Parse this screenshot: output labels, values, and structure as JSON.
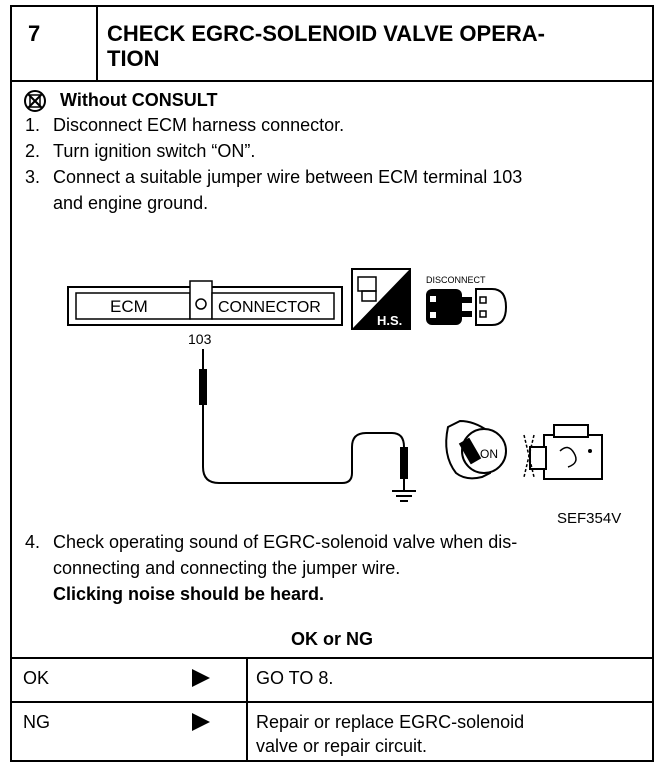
{
  "step": {
    "number": "7",
    "title_line1": "CHECK EGRC-SOLENOID VALVE OPERA-",
    "title_line2": "TION"
  },
  "mode_title": "Without CONSULT",
  "steps": [
    {
      "n": "1.",
      "text": "Disconnect ECM harness connector."
    },
    {
      "n": "2.",
      "text": "Turn ignition switch “ON”."
    },
    {
      "n": "3.",
      "text": "Connect a suitable jumper wire between ECM terminal 103"
    },
    {
      "n": "",
      "text": "and engine ground."
    }
  ],
  "diagram": {
    "connector_left": "ECM",
    "connector_right": "CONNECTOR",
    "terminal": "103",
    "hs_label": "H.S.",
    "disconnect_label": "DISCONNECT",
    "on_label": "ON",
    "figure_code": "SEF354V"
  },
  "step4": {
    "n": "4.",
    "line1": "Check operating sound of EGRC-solenoid valve when dis-",
    "line2": "connecting and connecting the jumper wire.",
    "line3": "Clicking noise should be heard."
  },
  "result_header": "OK or NG",
  "results": [
    {
      "status": "OK",
      "action_line1": "GO TO 8.",
      "action_line2": ""
    },
    {
      "status": "NG",
      "action_line1": "Repair or replace EGRC-solenoid",
      "action_line2": "valve or repair circuit."
    }
  ],
  "icon_names": [
    "no-consult-icon",
    "harness-side-icon",
    "disconnect-connector-icon",
    "ignition-key-on-icon",
    "engine-icon",
    "ground-symbol-icon"
  ]
}
